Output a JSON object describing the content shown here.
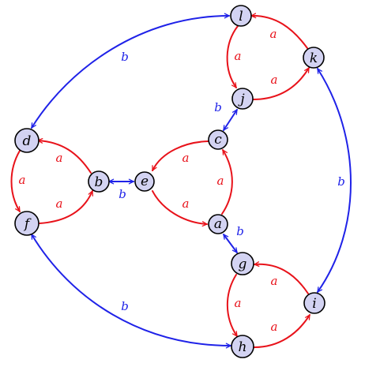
{
  "colors": {
    "a_edge": "#e8121a",
    "b_edge": "#1f22e8",
    "node_fill": "#d3d3f2",
    "node_stroke": "#000000"
  },
  "nodes": {
    "l": "l",
    "k": "k",
    "j": "j",
    "c": "c",
    "d": "d",
    "b": "b",
    "e": "e",
    "f": "f",
    "a": "a",
    "g": "g",
    "i": "i",
    "h": "h"
  },
  "edges": [
    {
      "id": "k-l",
      "from": "k",
      "to": "l",
      "label": "a",
      "kind": "a"
    },
    {
      "id": "l-j",
      "from": "l",
      "to": "j",
      "label": "a",
      "kind": "a"
    },
    {
      "id": "j-k",
      "from": "j",
      "to": "k",
      "label": "a",
      "kind": "a"
    },
    {
      "id": "a-c",
      "from": "a",
      "to": "c",
      "label": "a",
      "kind": "a"
    },
    {
      "id": "c-e",
      "from": "c",
      "to": "e",
      "label": "a",
      "kind": "a"
    },
    {
      "id": "e-a",
      "from": "e",
      "to": "a",
      "label": "a",
      "kind": "a"
    },
    {
      "id": "b-d",
      "from": "b",
      "to": "d",
      "label": "a",
      "kind": "a"
    },
    {
      "id": "d-f",
      "from": "d",
      "to": "f",
      "label": "a",
      "kind": "a"
    },
    {
      "id": "f-b",
      "from": "f",
      "to": "b",
      "label": "a",
      "kind": "a"
    },
    {
      "id": "i-g",
      "from": "i",
      "to": "g",
      "label": "a",
      "kind": "a"
    },
    {
      "id": "g-h",
      "from": "g",
      "to": "h",
      "label": "a",
      "kind": "a"
    },
    {
      "id": "h-i",
      "from": "h",
      "to": "i",
      "label": "a",
      "kind": "a"
    },
    {
      "id": "l-d",
      "from": "l",
      "to": "d",
      "label": "b",
      "kind": "b"
    },
    {
      "id": "k-i",
      "from": "k",
      "to": "i",
      "label": "b",
      "kind": "b"
    },
    {
      "id": "f-h",
      "from": "f",
      "to": "h",
      "label": "b",
      "kind": "b"
    },
    {
      "id": "j-c",
      "from": "j",
      "to": "c",
      "label": "b",
      "kind": "b"
    },
    {
      "id": "b-e",
      "from": "b",
      "to": "e",
      "label": "b",
      "kind": "b"
    },
    {
      "id": "a-g",
      "from": "a",
      "to": "g",
      "label": "b",
      "kind": "b"
    }
  ]
}
